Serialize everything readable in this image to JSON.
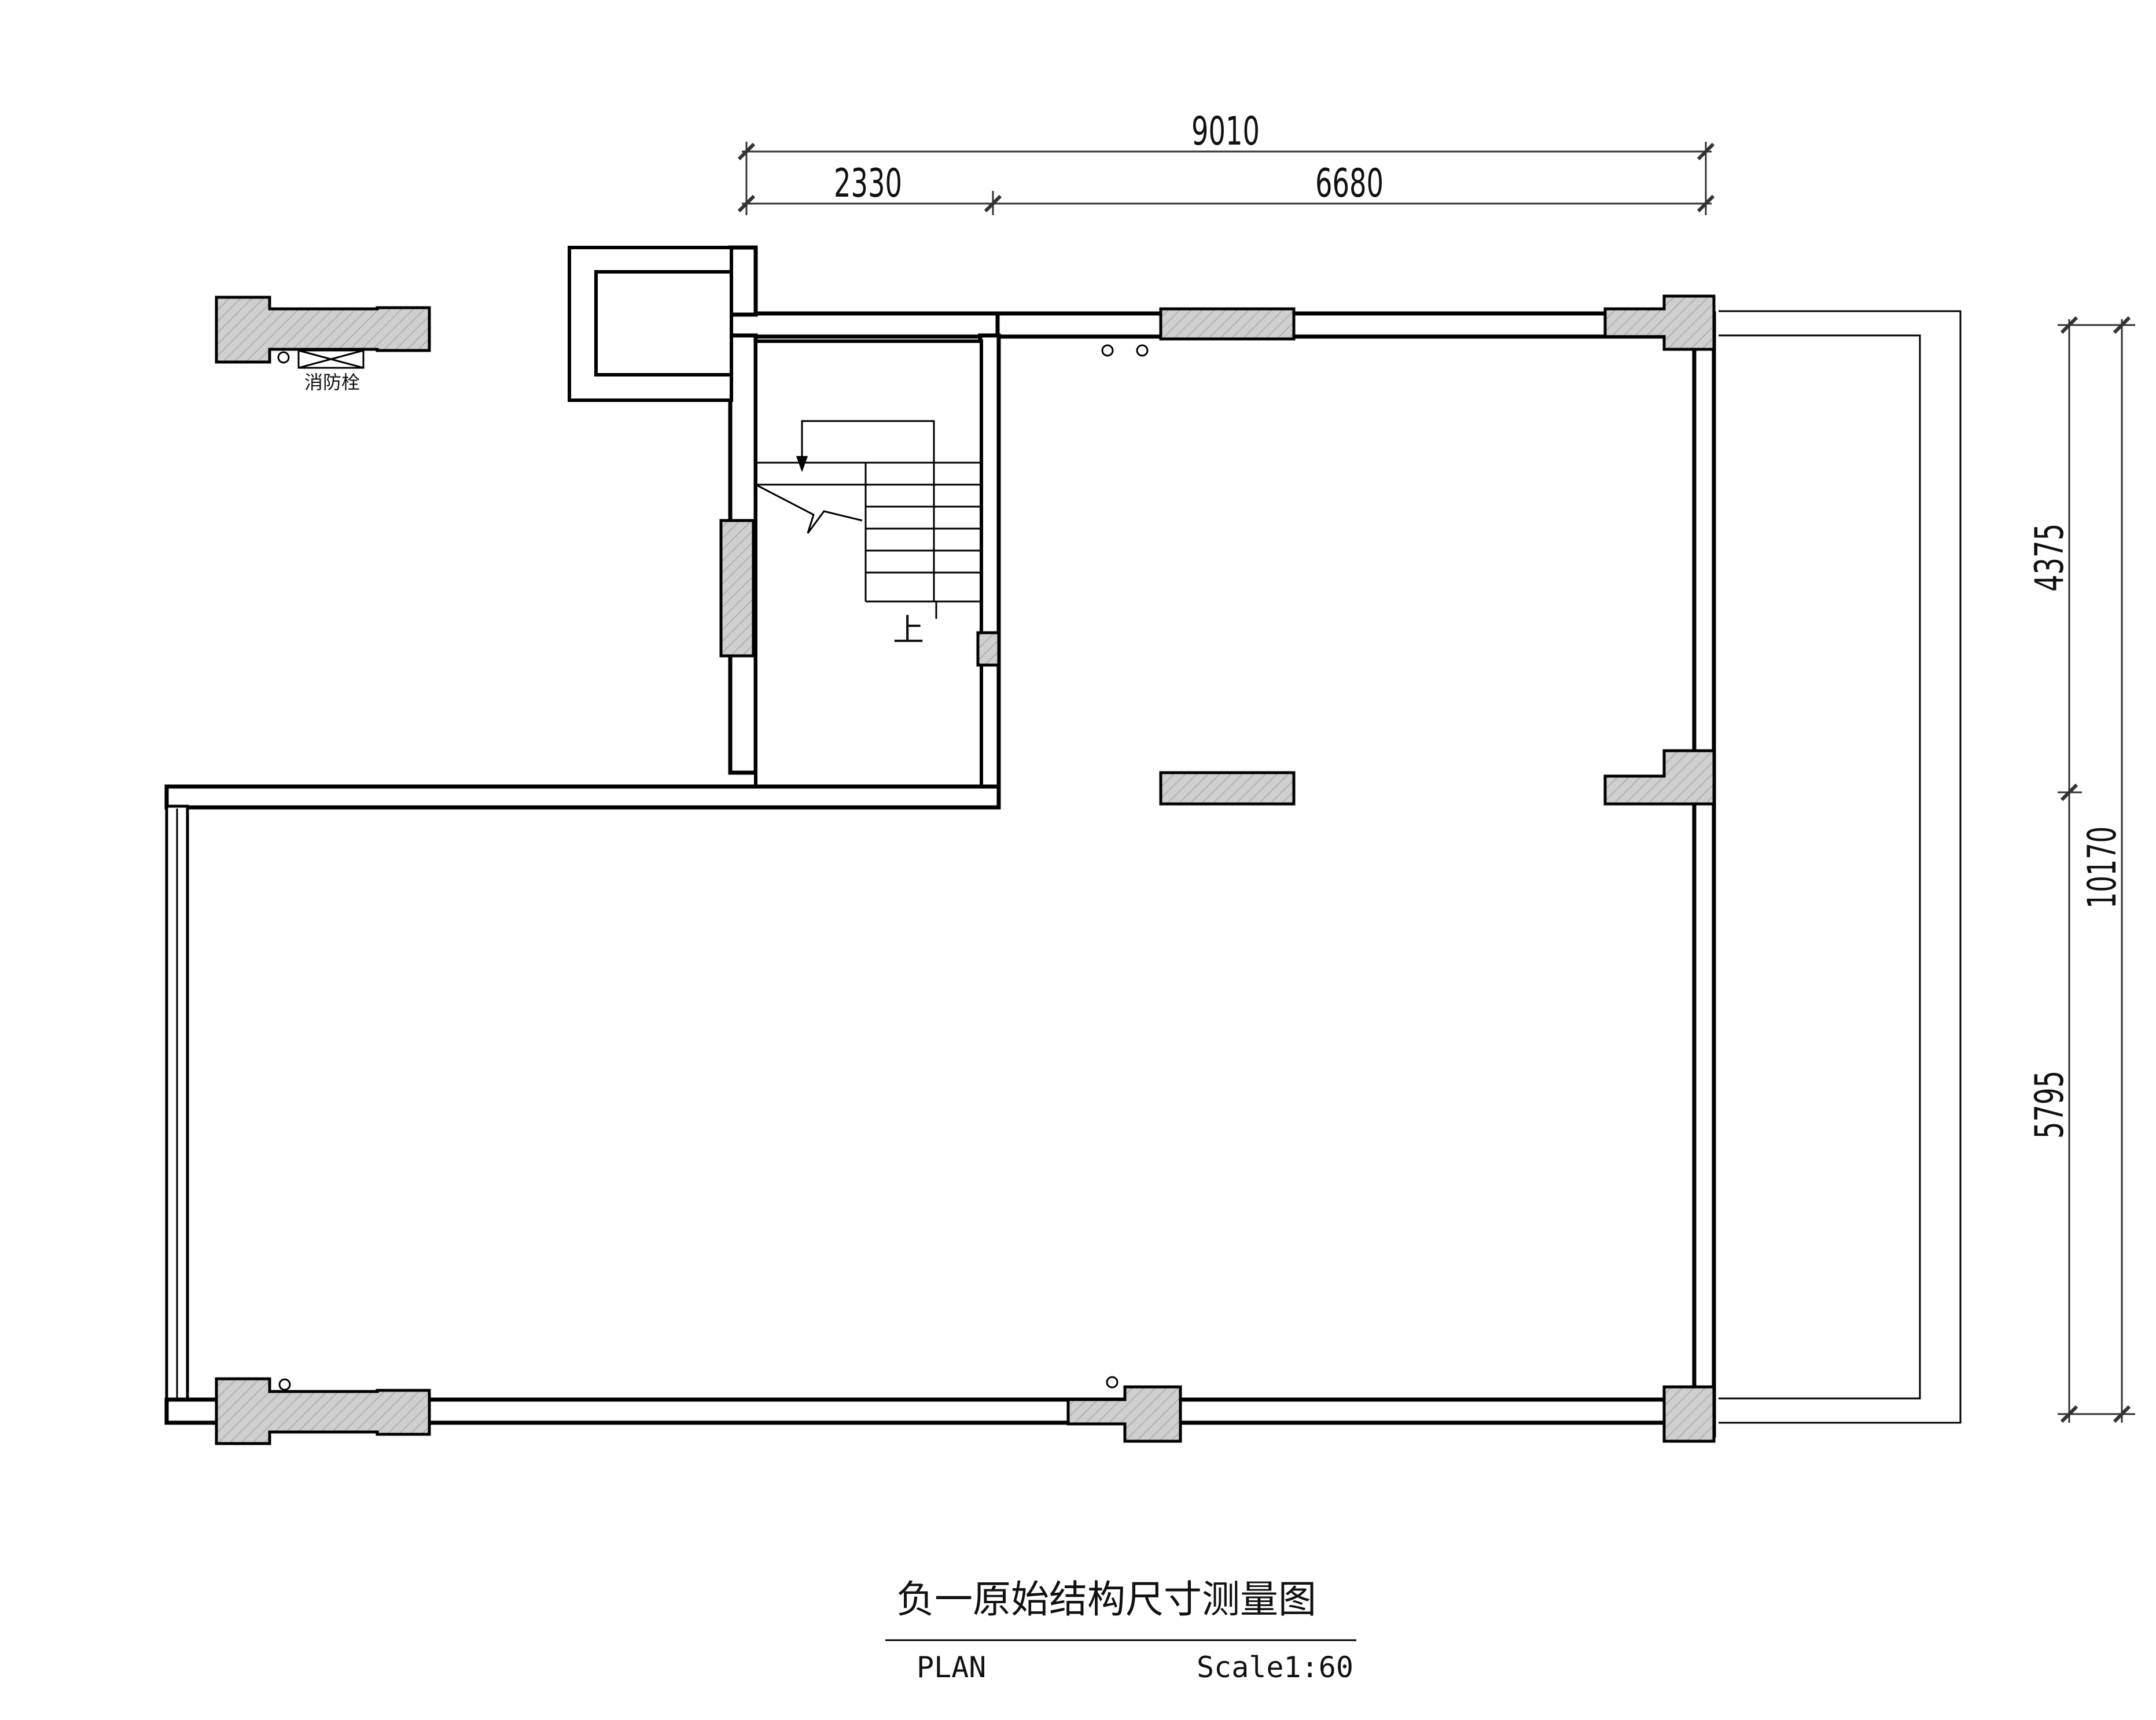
{
  "drawing": {
    "title": "负一原始结构尺寸测量图",
    "plan_label": "PLAN",
    "scale_label": "Scale1:60",
    "hydrant_label": "消防栓",
    "stair_label": "上"
  },
  "dimensions": {
    "top_total": "9010",
    "top_left": "2330",
    "top_right": "6680",
    "right_total": "10170",
    "right_upper": "4375",
    "right_lower": "5795"
  },
  "colors": {
    "line": "#000000",
    "column_fill": "#cccccc",
    "dim_line": "#333333"
  }
}
